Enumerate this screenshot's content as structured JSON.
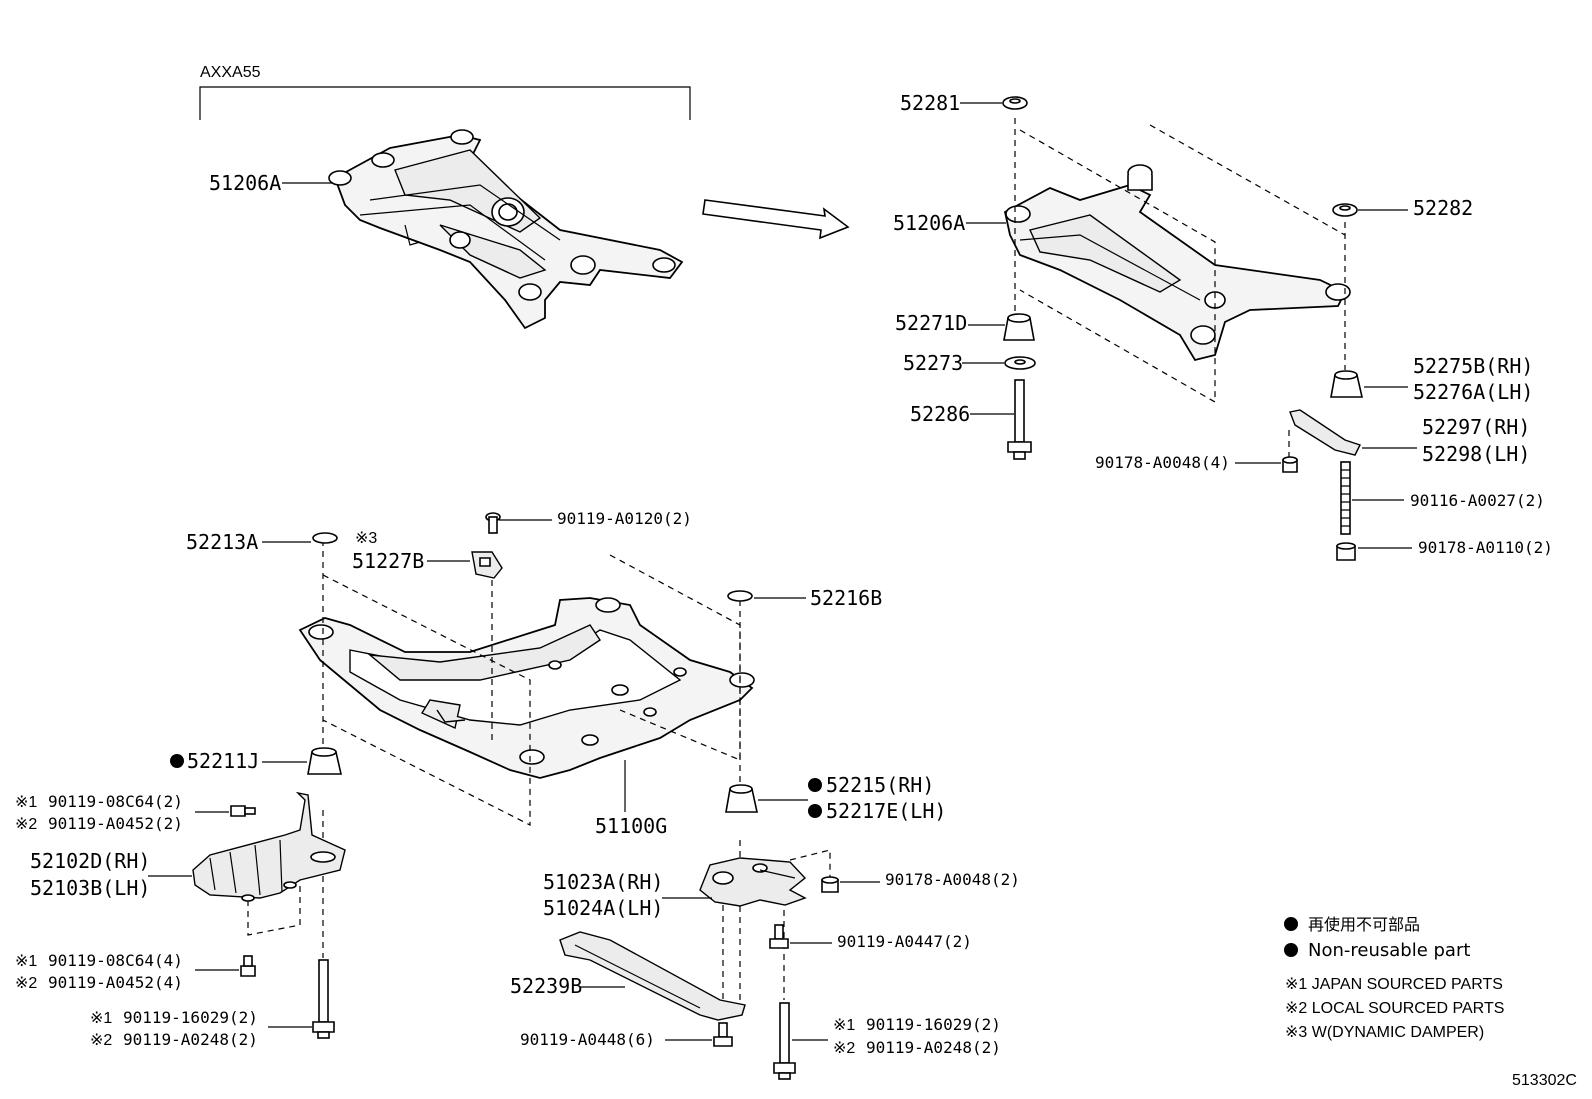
{
  "variant_label": "AXXA55",
  "labels": {
    "p51206A_top": "51206A",
    "p52281": "52281",
    "p51206A_right": "51206A",
    "p52282": "52282",
    "p52271D": "52271D",
    "p52273": "52273",
    "p52286": "52286",
    "p52275B": "52275B(RH)",
    "p52276A": "52276A(LH)",
    "p52297": "52297(RH)",
    "p52298": "52298(LH)",
    "p90178_A0048_4": "90178-A0048(4)",
    "p90116_A0027": "90116-A0027(2)",
    "p90178_A0110": "90178-A0110(2)",
    "p52213A": "52213A",
    "damper_mark": "※3",
    "p51227B": "51227B",
    "p90119_A0120": "90119-A0120(2)",
    "p52216B": "52216B",
    "p52211J": "52211J",
    "m1_a": "※1",
    "p90119_08C64_2": "90119-08C64(2)",
    "m2_a": "※2",
    "p90119_A0452_2": "90119-A0452(2)",
    "p52102D": "52102D(RH)",
    "p52103B": "52103B(LH)",
    "m1_b": "※1",
    "p90119_08C64_4": "90119-08C64(4)",
    "m2_b": "※2",
    "p90119_A0452_4": "90119-A0452(4)",
    "m1_c": "※1",
    "p90119_16029_L": "90119-16029(2)",
    "m2_c": "※2",
    "p90119_A0248_L": "90119-A0248(2)",
    "p51100G": "51100G",
    "p52215": "52215(RH)",
    "p52217E": "52217E(LH)",
    "p51023A": "51023A(RH)",
    "p51024A": "51024A(LH)",
    "p90178_A0048_2": "90178-A0048(2)",
    "p90119_A0447": "90119-A0447(2)",
    "p52239B": "52239B",
    "p90119_A0448": "90119-A0448(6)",
    "m1_d": "※1",
    "p90119_16029_R": "90119-16029(2)",
    "m2_d": "※2",
    "p90119_A0248_R": "90119-A0248(2)"
  },
  "legend": {
    "nonreusable_jp": "再使用不可部品",
    "nonreusable_en": "Non-reusable part",
    "note1": "※1 JAPAN SOURCED PARTS",
    "note2": "※2 LOCAL SOURCED PARTS",
    "note3": "※3 W(DYNAMIC DAMPER)"
  },
  "diagram_id": "513302C",
  "icons": [
    "non-reusable-dot-icon",
    "direction-arrow-icon"
  ]
}
